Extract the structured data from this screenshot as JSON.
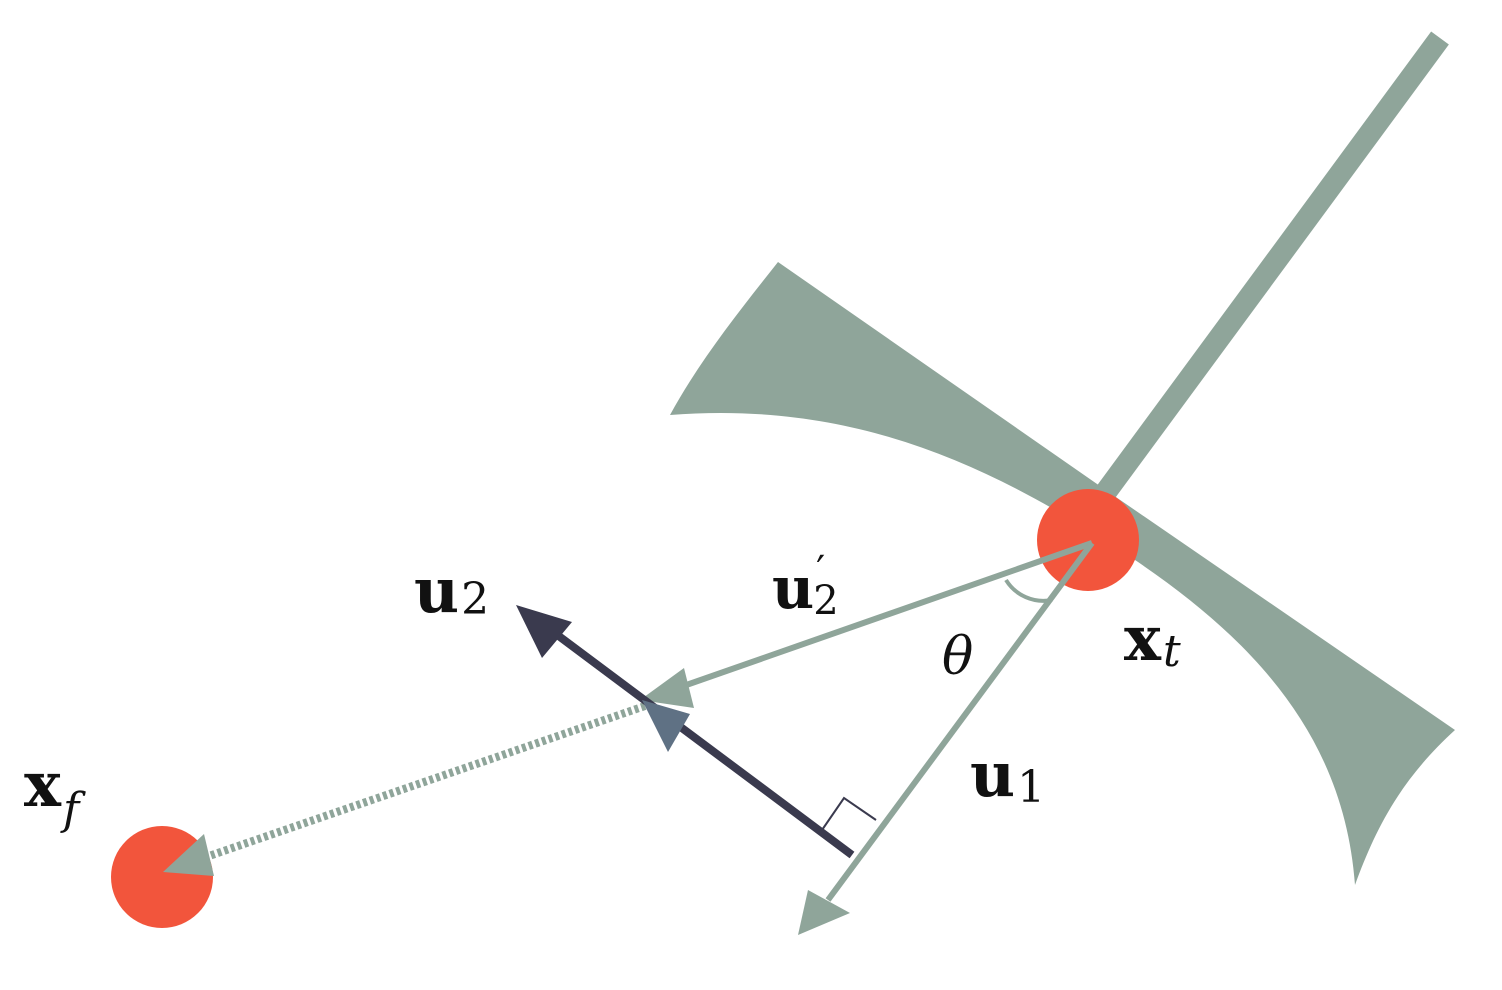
{
  "labels": {
    "x_t": {
      "main": "x",
      "sub": "t"
    },
    "x_f": {
      "main": "x",
      "sub": "f"
    },
    "u1": {
      "main": "u",
      "sub": "1"
    },
    "u2": {
      "main": "u",
      "sub": "2"
    },
    "u2_prime": {
      "main": "u",
      "prime": "′",
      "sub": "2"
    },
    "theta": "θ"
  },
  "colors": {
    "point": "#f2553c",
    "sage": "#8fa59a",
    "dark_arrow": "#3a3a4e",
    "text": "#111111"
  }
}
